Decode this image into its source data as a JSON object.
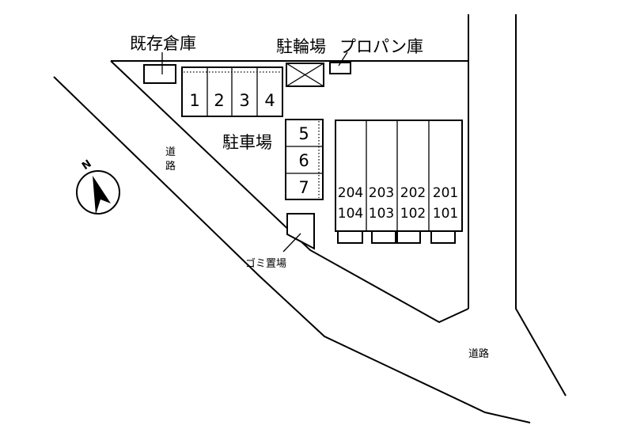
{
  "labels": {
    "existing_storage": "既存倉庫",
    "bicycle_parking": "駐輪場",
    "propane_storage": "プロパン庫",
    "parking": "駐車場",
    "garbage_area": "ゴミ置場",
    "road_left_1": "道",
    "road_left_2": "路",
    "road_bottom": "道路",
    "north": "N"
  },
  "parking_spaces": [
    "1",
    "2",
    "3",
    "4",
    "5",
    "6",
    "7"
  ],
  "rooms": {
    "upper": [
      "204",
      "203",
      "202",
      "201"
    ],
    "lower": [
      "104",
      "103",
      "102",
      "101"
    ]
  }
}
